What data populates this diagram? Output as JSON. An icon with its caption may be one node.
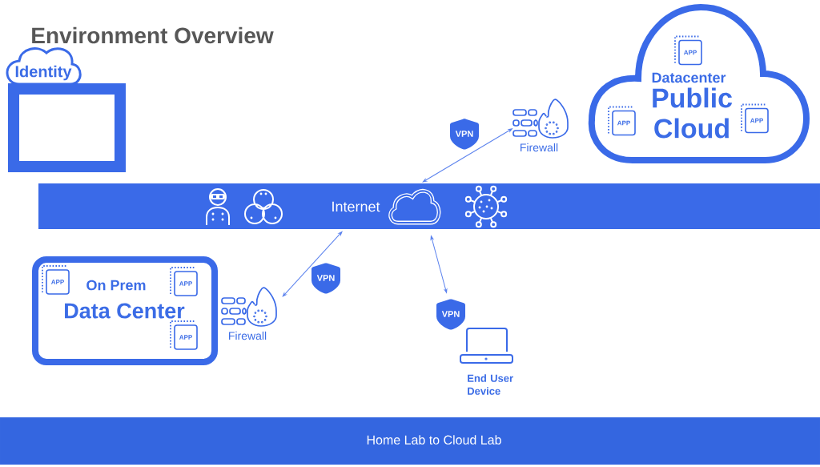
{
  "diagram": {
    "title": "Environment Overview",
    "nodes": [
      {
        "text": [
          "Identity"
        ]
      },
      {
        "text": [],
        "shape": "box"
      },
      {
        "text": [
          "Datacenter",
          "Public Cloud"
        ]
      },
      {
        "text": [
          "APP"
        ],
        "in": 2
      },
      {
        "text": [
          "APP"
        ],
        "in": 2
      },
      {
        "text": [
          "APP"
        ],
        "in": 2
      },
      {
        "text": [
          "Firewall"
        ]
      },
      {
        "text": [
          "VPN"
        ]
      },
      {
        "text": [
          "Internet"
        ]
      },
      {
        "text": [
          "On Prem",
          "Data Center"
        ]
      },
      {
        "text": [
          "APP"
        ],
        "in": 9
      },
      {
        "text": [
          "APP"
        ],
        "in": 9
      },
      {
        "text": [
          "APP"
        ],
        "in": 9
      },
      {
        "text": [
          "Firewall"
        ]
      },
      {
        "text": [
          "VPN"
        ]
      },
      {
        "text": [
          "VPN"
        ]
      },
      {
        "text": [
          "End User Device"
        ]
      },
      {
        "text": [
          "Home Lab to Cloud Lab"
        ]
      }
    ],
    "edges": [
      {
        "from": 6,
        "to": 8,
        "arrow": "both"
      },
      {
        "from": 8,
        "to": 13,
        "arrow": "both"
      },
      {
        "from": 8,
        "to": 15,
        "arrow": "both"
      }
    ]
  }
}
